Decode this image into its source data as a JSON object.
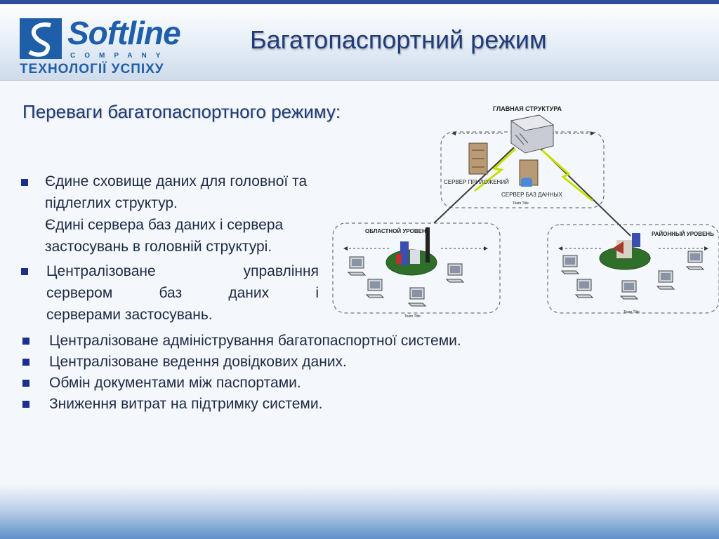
{
  "header": {
    "logo_word": "Softline",
    "logo_sub": "COMPANY",
    "logo_slogan": "ТЕХНОЛОГІЇ УСПІХУ",
    "title": "Багатопаспортний режим"
  },
  "content": {
    "subheading": "Переваги багатопаспортного режиму:",
    "bullet1_lines": [
      "Єдине сховище даних для головної та",
      "підлеглих структур.",
      "Єдині сервера баз даних і сервера",
      "застосувань в головній структурі."
    ],
    "bullet2_line1": [
      "Централізоване",
      "управління"
    ],
    "bullet2_line2": [
      "сервером",
      "баз",
      "даних",
      "і"
    ],
    "bullet2_line3": "серверами застосувань.",
    "list": [
      "Централізоване адміністрування багатопаспортної системи.",
      "Централізоване ведення довідкових даних.",
      "Обмін документами між паспортами.",
      "Зниження витрат на підтримку системи."
    ]
  },
  "diagram": {
    "main_label": "ГЛАВНАЯ СТРУКТУРА",
    "app_server_label": "СЕРВЕР ПРИЛОЖЕНИЙ",
    "db_server_label": "СЕРВЕР БАЗ ДАННЫХ",
    "regional_label": "ОБЛАСТНОЙ УРОВЕНЬ",
    "district_label": "РАЙОННЫЙ УРОВЕНЬ",
    "team_title": "Team Title"
  },
  "colors": {
    "title": "#203b78",
    "bullet": "#1b2f8c",
    "brand": "#1f5ea9",
    "link": "#2c2c2c",
    "lightning": "#c8e000"
  }
}
